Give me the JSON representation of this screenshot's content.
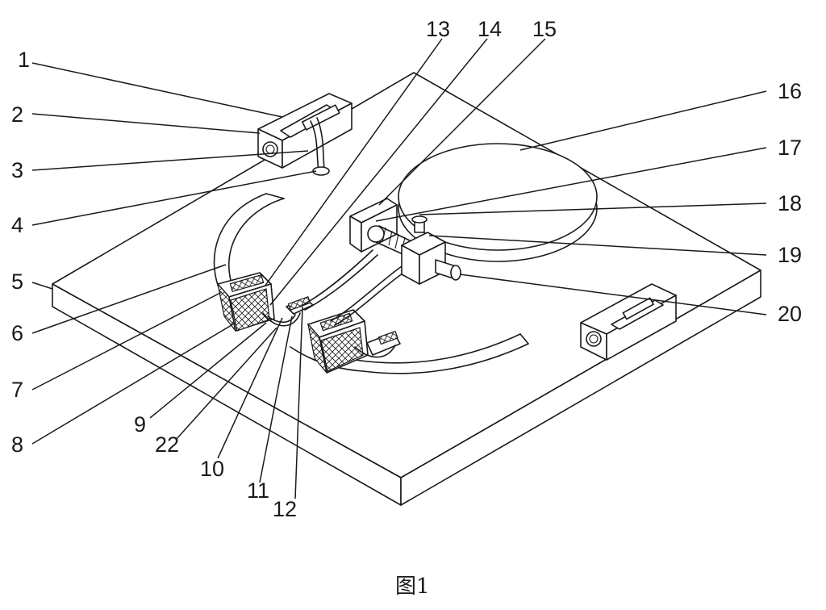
{
  "figure": {
    "caption": "图1"
  },
  "labels": {
    "l1": "1",
    "l2": "2",
    "l3": "3",
    "l4": "4",
    "l5": "5",
    "l6": "6",
    "l7": "7",
    "l8": "8",
    "l9": "9",
    "l10": "10",
    "l11": "11",
    "l12": "12",
    "l13": "13",
    "l14": "14",
    "l15": "15",
    "l16": "16",
    "l17": "17",
    "l18": "18",
    "l19": "19",
    "l20": "20",
    "l22": "22"
  }
}
